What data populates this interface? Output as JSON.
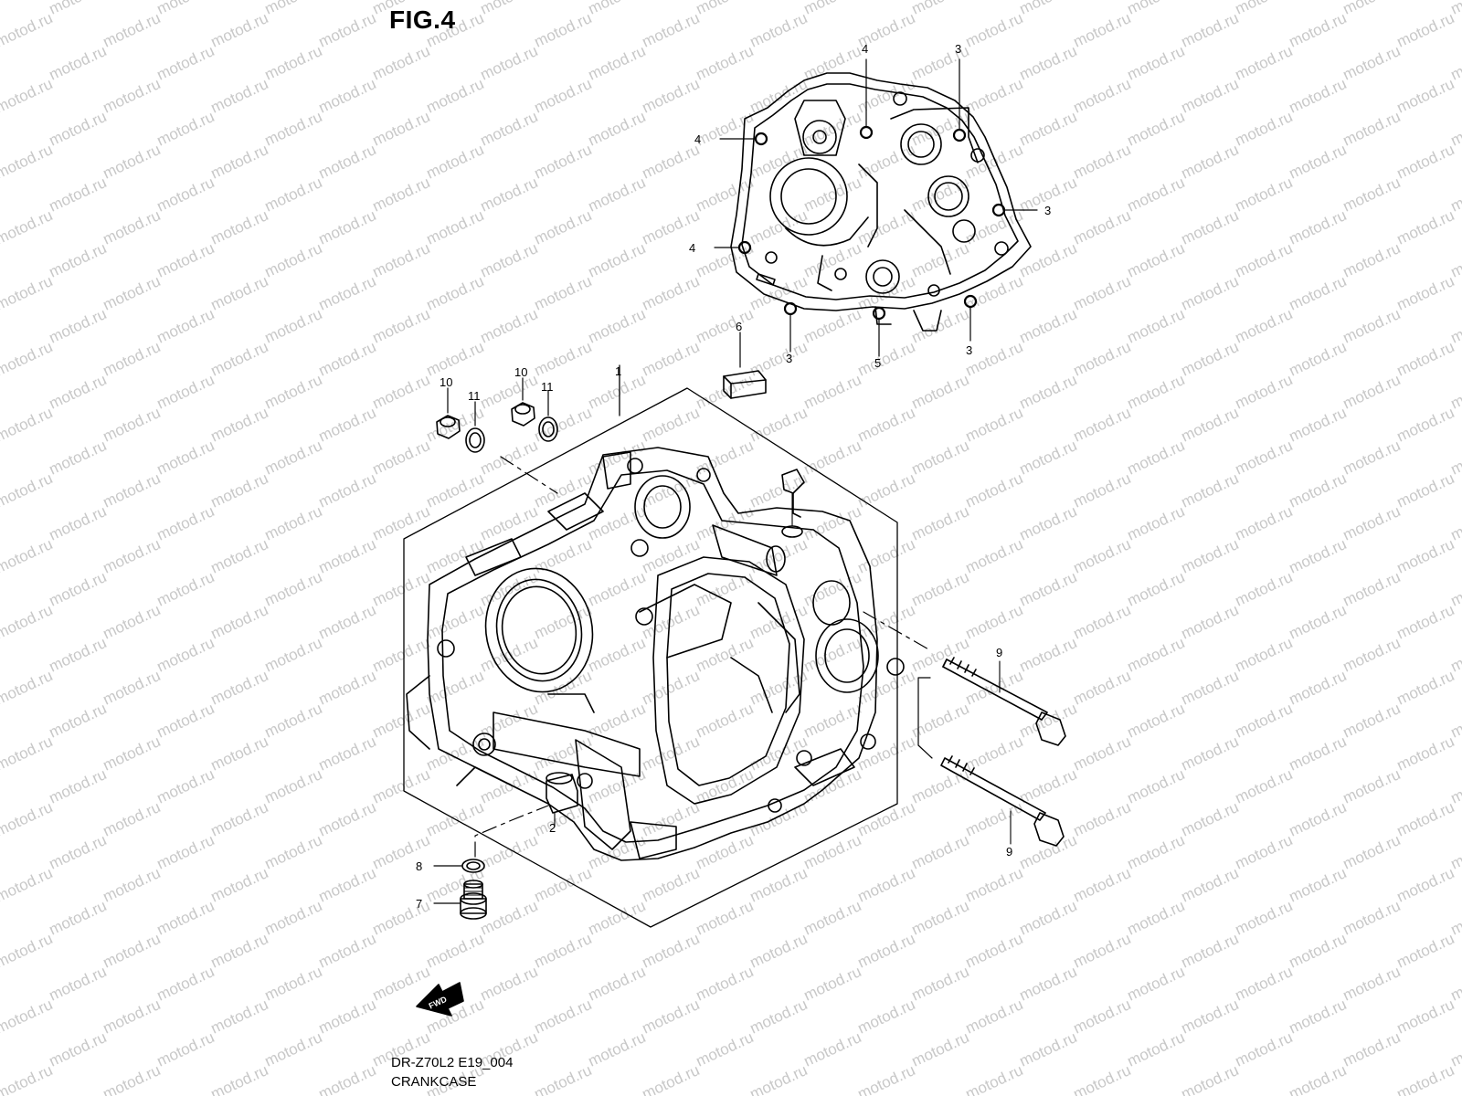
{
  "figure": {
    "title": "FIG.4",
    "code": "DR-Z70L2 E19_004",
    "name": "CRANKCASE"
  },
  "watermark": "motod.ru",
  "fwd_label": "FWD",
  "callouts": [
    {
      "id": "c-4a",
      "label": "4"
    },
    {
      "id": "c-3a",
      "label": "3"
    },
    {
      "id": "c-4b",
      "label": "4"
    },
    {
      "id": "c-3b",
      "label": "3"
    },
    {
      "id": "c-4c",
      "label": "4"
    },
    {
      "id": "c-3c",
      "label": "3"
    },
    {
      "id": "c-5",
      "label": "5"
    },
    {
      "id": "c-3d",
      "label": "3"
    },
    {
      "id": "c-6",
      "label": "6"
    },
    {
      "id": "c-1",
      "label": "1"
    },
    {
      "id": "c-10a",
      "label": "10"
    },
    {
      "id": "c-11a",
      "label": "11"
    },
    {
      "id": "c-10b",
      "label": "10"
    },
    {
      "id": "c-11b",
      "label": "11"
    },
    {
      "id": "c-9a",
      "label": "9"
    },
    {
      "id": "c-9b",
      "label": "9"
    },
    {
      "id": "c-2",
      "label": "2"
    },
    {
      "id": "c-8",
      "label": "8"
    },
    {
      "id": "c-7",
      "label": "7"
    }
  ]
}
